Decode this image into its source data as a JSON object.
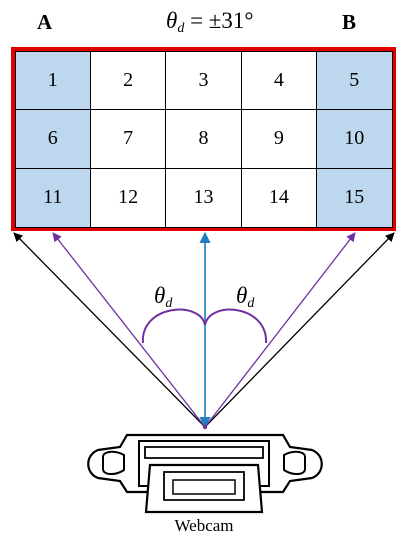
{
  "labels": {
    "left_corner": "A",
    "right_corner": "B",
    "theta_symbol": "θ",
    "theta_sub": "d",
    "title_rest": " = ±31°",
    "webcam": "Webcam"
  },
  "grid": {
    "rows": [
      [
        "1",
        "2",
        "3",
        "4",
        "5"
      ],
      [
        "6",
        "7",
        "8",
        "9",
        "10"
      ],
      [
        "11",
        "12",
        "13",
        "14",
        "15"
      ]
    ],
    "highlighted_columns": [
      0,
      4
    ]
  },
  "colors": {
    "frame": "#e00000",
    "highlight": "#bdd7ee",
    "center_arrow": "#1f7ec2",
    "side_arrow": "#7030a0",
    "outer_line": "#000000"
  }
}
